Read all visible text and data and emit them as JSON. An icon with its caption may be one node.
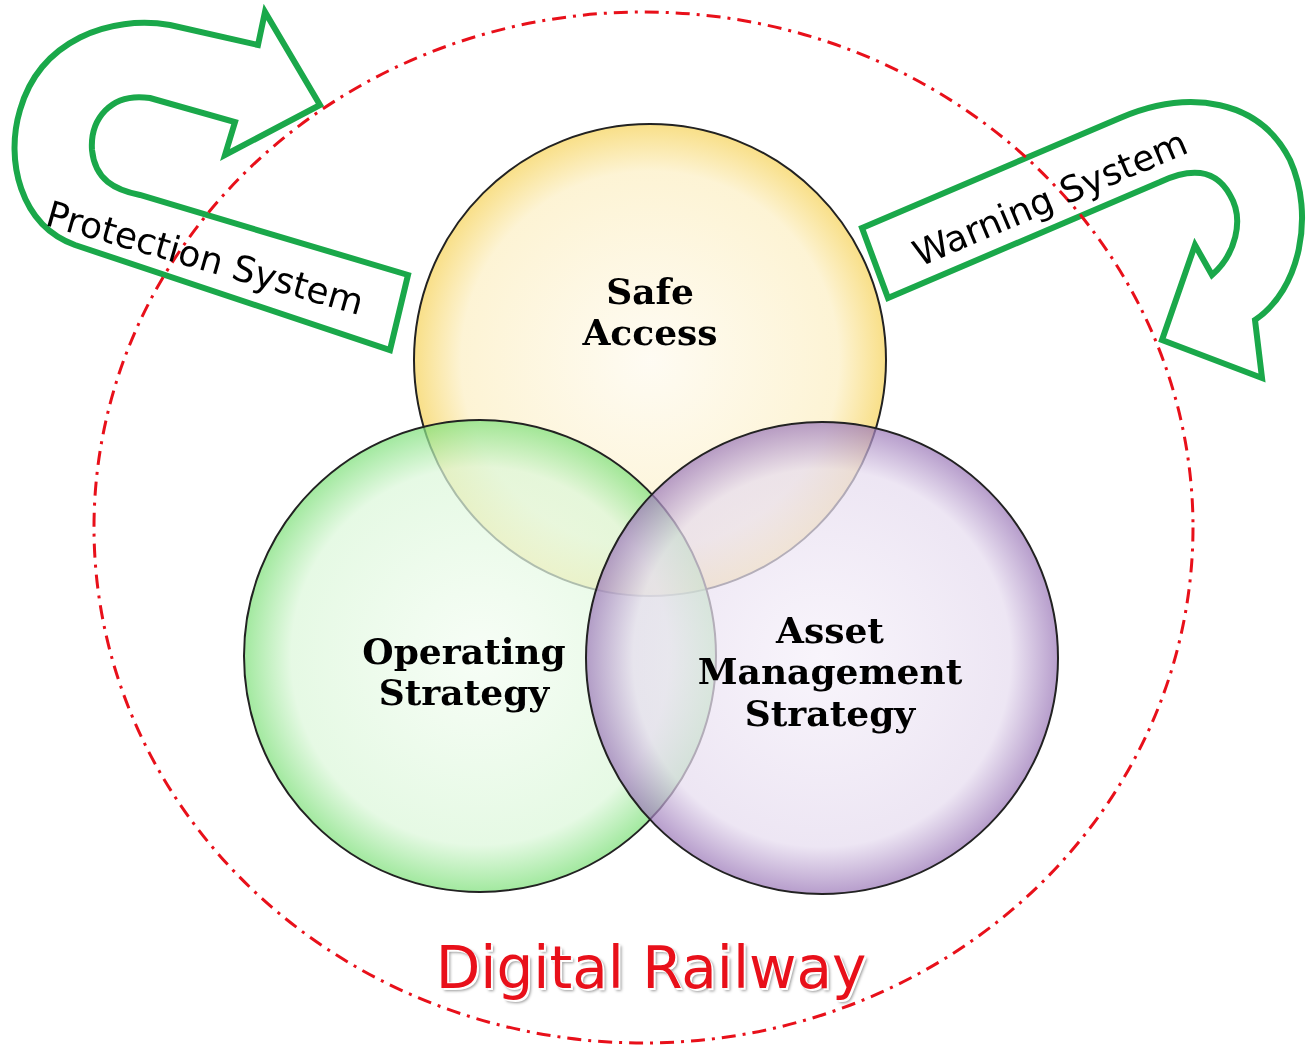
{
  "diagram": {
    "nodes": [
      {
        "text": [
          "Protection System"
        ]
      },
      {
        "text": [
          "Warning System"
        ]
      },
      {
        "text": [
          "Digital Railway"
        ]
      },
      {
        "text": [
          "Safe Access"
        ],
        "in": 2
      },
      {
        "text": [
          "Operating Strategy"
        ],
        "in": 2
      },
      {
        "text": [
          "Asset Management Strategy"
        ],
        "in": 2
      }
    ]
  }
}
